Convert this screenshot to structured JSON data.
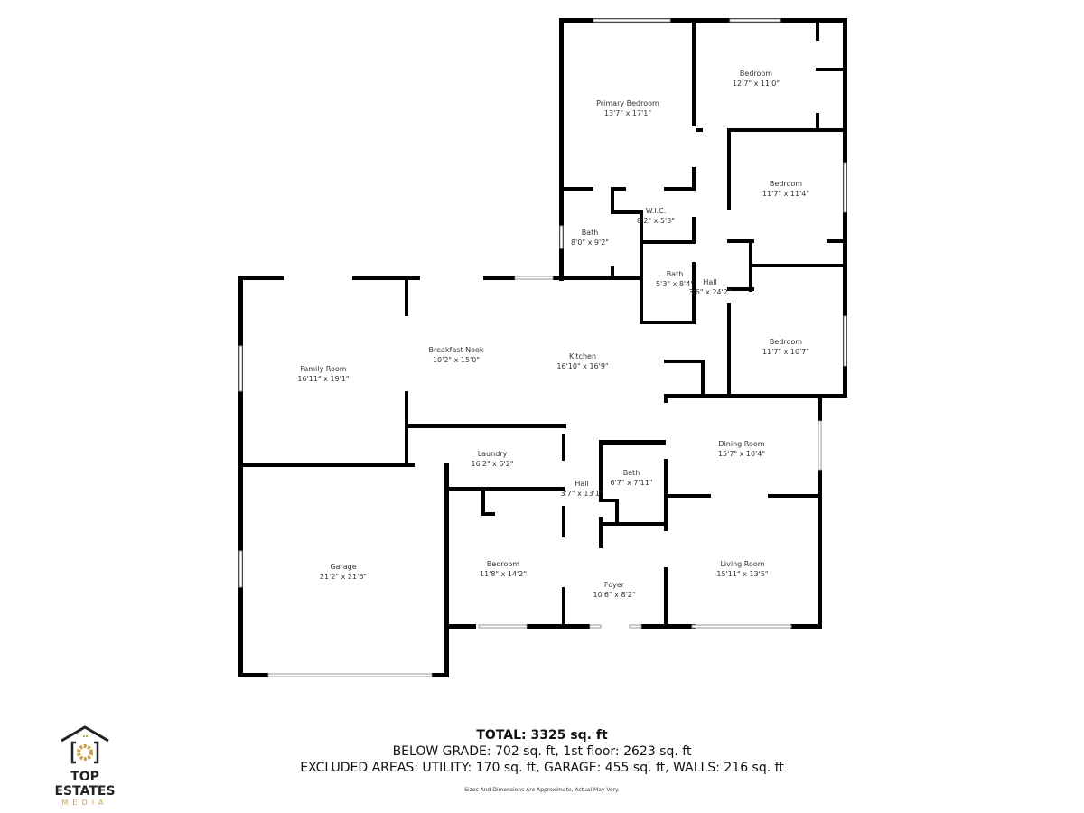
{
  "rooms": {
    "primary_bedroom": {
      "name": "Primary Bedroom",
      "dims": "13'7\" x 17'1\""
    },
    "bedroom_ne": {
      "name": "Bedroom",
      "dims": "12'7\" x 11'0\""
    },
    "bedroom_e1": {
      "name": "Bedroom",
      "dims": "11'7\" x 11'4\""
    },
    "bedroom_e2": {
      "name": "Bedroom",
      "dims": "11'7\" x 10'7\""
    },
    "wic": {
      "name": "W.I.C.",
      "dims": "8'2\" x 5'3\""
    },
    "bath_primary": {
      "name": "Bath",
      "dims": "8'0\" x 9'2\""
    },
    "bath_upper": {
      "name": "Bath",
      "dims": "5'3\" x 8'4\""
    },
    "hall_upper": {
      "name": "Hall",
      "dims": "3'6\" x 24'2\""
    },
    "family_room": {
      "name": "Family Room",
      "dims": "16'11\" x 19'1\""
    },
    "breakfast_nook": {
      "name": "Breakfast Nook",
      "dims": "10'2\" x 15'0\""
    },
    "kitchen": {
      "name": "Kitchen",
      "dims": "16'10\" x 16'9\""
    },
    "laundry": {
      "name": "Laundry",
      "dims": "16'2\" x 6'2\""
    },
    "hall_lower": {
      "name": "Hall",
      "dims": "3'7\" x 13'1\""
    },
    "bath_lower": {
      "name": "Bath",
      "dims": "6'7\" x 7'11\""
    },
    "dining_room": {
      "name": "Dining Room",
      "dims": "15'7\" x 10'4\""
    },
    "garage": {
      "name": "Garage",
      "dims": "21'2\" x 21'6\""
    },
    "bedroom_sw": {
      "name": "Bedroom",
      "dims": "11'8\" x 14'2\""
    },
    "foyer": {
      "name": "Foyer",
      "dims": "10'6\" x 8'2\""
    },
    "living_room": {
      "name": "Living Room",
      "dims": "15'11\" x 13'5\""
    }
  },
  "summary": {
    "total": "TOTAL: 3325 sq. ft",
    "line1": "BELOW GRADE: 702 sq. ft, 1st floor: 2623 sq. ft",
    "line2": "EXCLUDED AREAS: UTILITY: 170 sq. ft, GARAGE: 455 sq. ft, WALLS: 216 sq. ft",
    "note": "Sizes And Dimensions Are Approximate, Actual May Very."
  },
  "logo": {
    "name": "TOP ESTATES",
    "sub": "MEDIA",
    "accent": "#c9a24a"
  },
  "colors": {
    "wall": "#000000",
    "background": "#ffffff"
  }
}
